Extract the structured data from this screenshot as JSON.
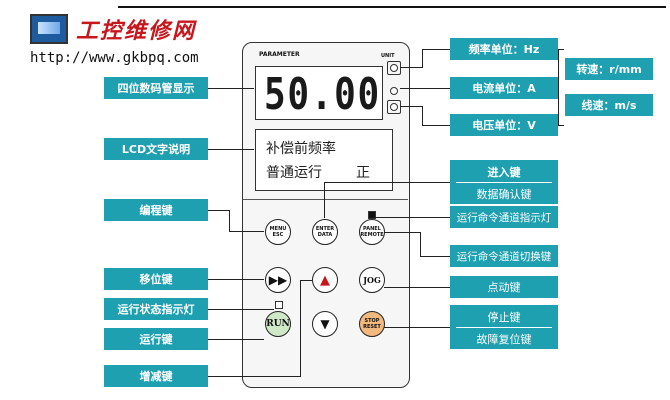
{
  "brand": {
    "name": "工控维修网",
    "url": "http://www.gkbpq.com"
  },
  "panel": {
    "title": "PARAMETER",
    "unit_title": "UNIT",
    "display_value": "50.00",
    "lcd_line1": "补偿前频率",
    "lcd_line2": "普通运行",
    "lcd_flag": "正"
  },
  "buttons": {
    "menu": [
      "MENU",
      "ESC"
    ],
    "enter": [
      "ENTER",
      "DATA"
    ],
    "panel": [
      "PANEL",
      "REMOTE"
    ],
    "shift": "▶▶",
    "up": "▲",
    "down": "▼",
    "jog": "JOG",
    "run": "RUN",
    "stop": [
      "STOP",
      "RESET"
    ]
  },
  "labels_left": {
    "four_digit_display": "四位数码管显示",
    "lcd_text": "LCD文字说明",
    "program_key": "编程键",
    "shift_key": "移位键",
    "run_status_led": "运行状态指示灯",
    "run_key": "运行键",
    "inc_dec_key": "增减键"
  },
  "labels_right": {
    "freq_unit": "频率单位：Hz",
    "current_unit": "电流单位：A",
    "voltage_unit": "电压单位：V",
    "speed_unit": "转速：r/mm",
    "line_speed_unit": "线速：m/s",
    "enter_key": "进入键",
    "data_confirm_key": "数据确认键",
    "cmd_channel_led": "运行命令通道指示灯",
    "cmd_channel_switch": "运行命令通道切换键",
    "jog_key": "点动键",
    "stop_key": "停止键",
    "fault_reset_key": "故障复位键"
  },
  "colors": {
    "label_bg": "#1fa0b1",
    "brand_red": "#c8161d",
    "run_button": "#cfe8c7",
    "stop_button": "#f2b97f"
  }
}
